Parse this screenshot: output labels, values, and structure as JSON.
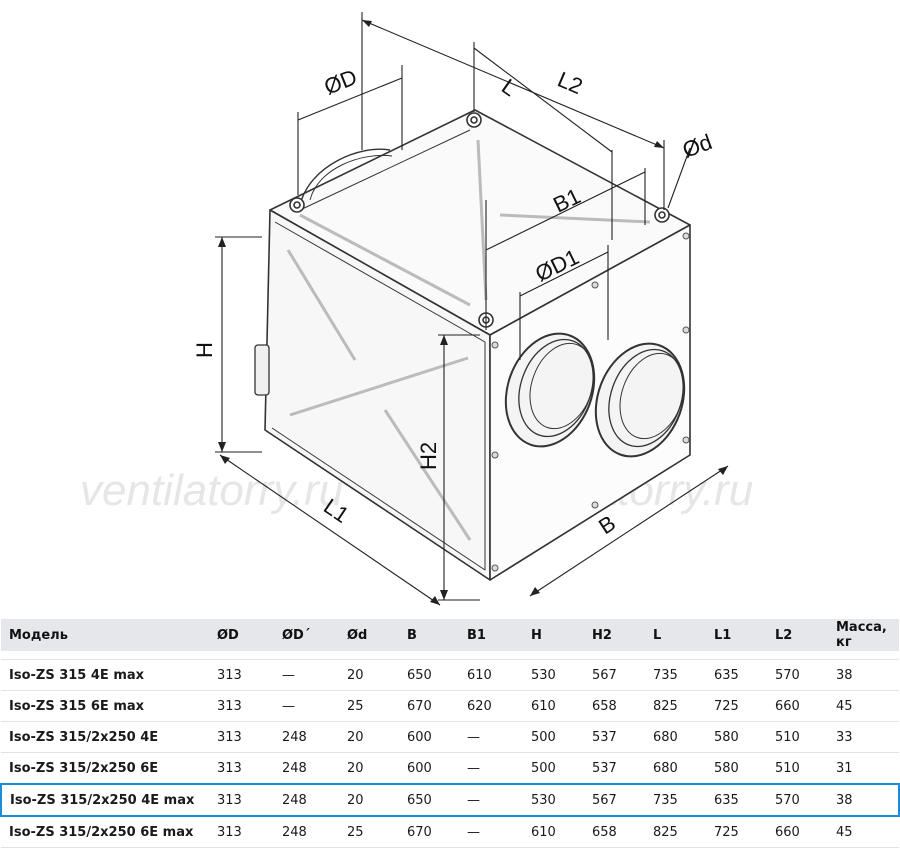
{
  "watermark": [
    "ventilatorry.ru",
    "ventilatorry.ru"
  ],
  "dimensions": {
    "D": "ØD",
    "L": "L",
    "L2": "L2",
    "d": "Ød",
    "B1": "B1",
    "D1": "ØD1",
    "H": "H",
    "H2": "H2",
    "L1": "L1",
    "B": "B"
  },
  "table": {
    "headers": [
      "Модель",
      "ØD",
      "ØD´",
      "Ød",
      "B",
      "B1",
      "H",
      "H2",
      "L",
      "L1",
      "L2",
      "Масса, кг"
    ],
    "rows": [
      [
        "Iso-ZS 315 4E max",
        "313",
        "—",
        "20",
        "650",
        "610",
        "530",
        "567",
        "735",
        "635",
        "570",
        "38"
      ],
      [
        "Iso-ZS 315 6E max",
        "313",
        "—",
        "25",
        "670",
        "620",
        "610",
        "658",
        "825",
        "725",
        "660",
        "45"
      ],
      [
        "Iso-ZS 315/2x250 4E",
        "313",
        "248",
        "20",
        "600",
        "—",
        "500",
        "537",
        "680",
        "580",
        "510",
        "33"
      ],
      [
        "Iso-ZS 315/2x250 6E",
        "313",
        "248",
        "20",
        "600",
        "—",
        "500",
        "537",
        "680",
        "580",
        "510",
        "31"
      ],
      [
        "Iso-ZS 315/2x250 4E max",
        "313",
        "248",
        "20",
        "650",
        "—",
        "530",
        "567",
        "735",
        "635",
        "570",
        "38"
      ],
      [
        "Iso-ZS 315/2x250 6E max",
        "313",
        "248",
        "25",
        "670",
        "—",
        "610",
        "658",
        "825",
        "725",
        "660",
        "45"
      ]
    ],
    "highlighted_row_index": 4,
    "highlight_color": "#1f8bd6"
  }
}
